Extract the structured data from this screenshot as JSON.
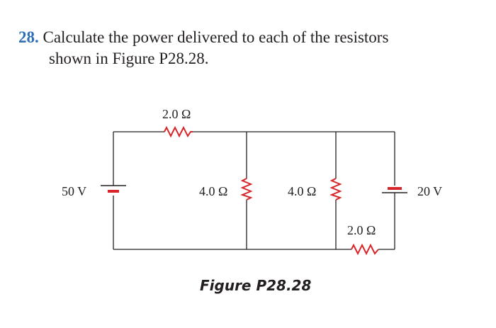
{
  "problem": {
    "number": "28.",
    "line1": "Calculate the power delivered to each of the resistors",
    "line2": "shown in Figure P28.28."
  },
  "figure": {
    "caption": "Figure P28.28",
    "components": {
      "battery_left": "50 V",
      "battery_right": "20 V",
      "resistor_top": "2.0 Ω",
      "resistor_mid_left": "4.0 Ω",
      "resistor_mid_right": "4.0 Ω",
      "resistor_bottom_right": "2.0 Ω"
    },
    "colors": {
      "resistor": "#d7262a",
      "wire": "#231f20",
      "problem_number": "#2e6fb5"
    }
  }
}
